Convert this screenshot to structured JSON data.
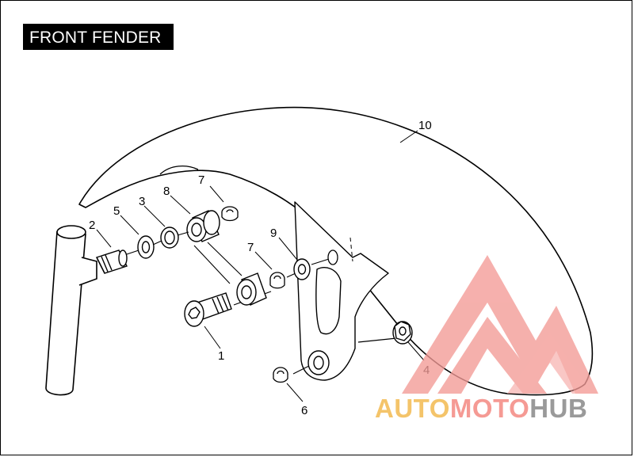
{
  "title": "FRONT FENDER",
  "callouts": {
    "c1": "1",
    "c2": "2",
    "c3": "3",
    "c4": "4",
    "c5": "5",
    "c6": "6",
    "c7a": "7",
    "c7b": "7",
    "c8": "8",
    "c9": "9",
    "c10": "10"
  },
  "watermark": {
    "auto": "AUTO",
    "moto": "MOTO",
    "hub": "HUB",
    "colors": {
      "auto": "#f4c46a",
      "moto": "#f59a94",
      "hub": "#9a9a9a",
      "logo": "#f39a96"
    }
  }
}
